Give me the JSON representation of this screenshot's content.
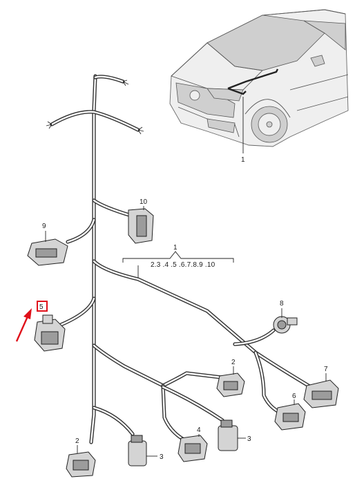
{
  "callouts": {
    "c1_car": "1",
    "c1_group": "1",
    "c1_group_items": "2.3 .4 .5 .6.7.8.9 .10",
    "c2_top": "2",
    "c2_bottom": "2",
    "c3_left": "3",
    "c3_right": "3",
    "c4": "4",
    "c5": "5",
    "c6": "6",
    "c7": "7",
    "c8": "8",
    "c9": "9",
    "c10": "10"
  },
  "colors": {
    "highlight": "#e0101a",
    "line": "#333333"
  }
}
